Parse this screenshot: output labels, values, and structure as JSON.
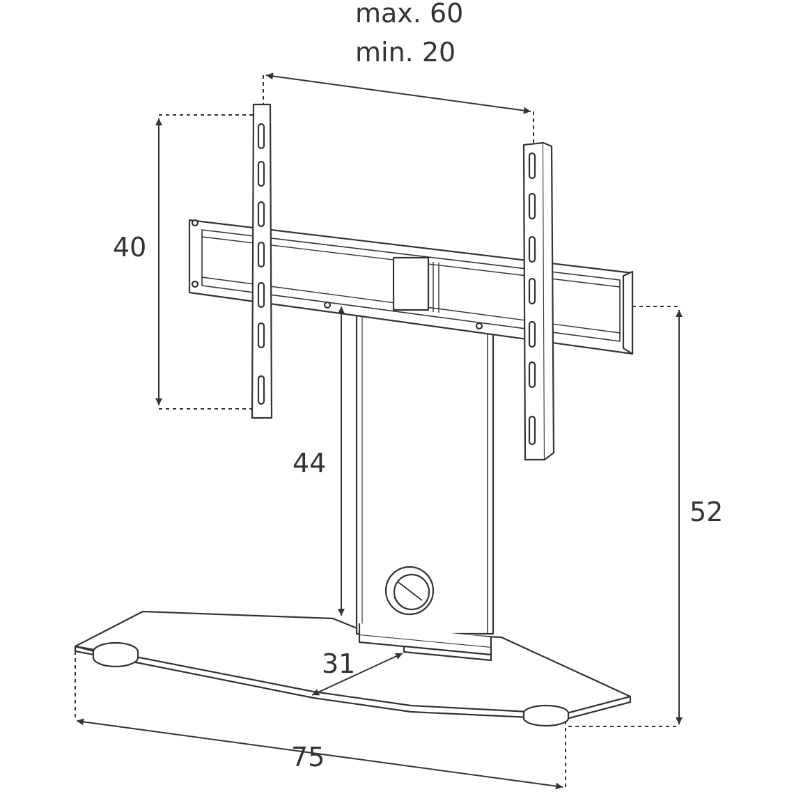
{
  "diagram": {
    "width_max_label": "max. 60",
    "width_min_label": "min. 20",
    "bracket_height_label": "40",
    "column_height_label": "44",
    "total_height_label": "52",
    "base_depth_label": "31",
    "base_width_label": "75"
  },
  "colors": {
    "line": "#333333",
    "fill": "#ffffff",
    "shade": "#dcdcdc"
  }
}
